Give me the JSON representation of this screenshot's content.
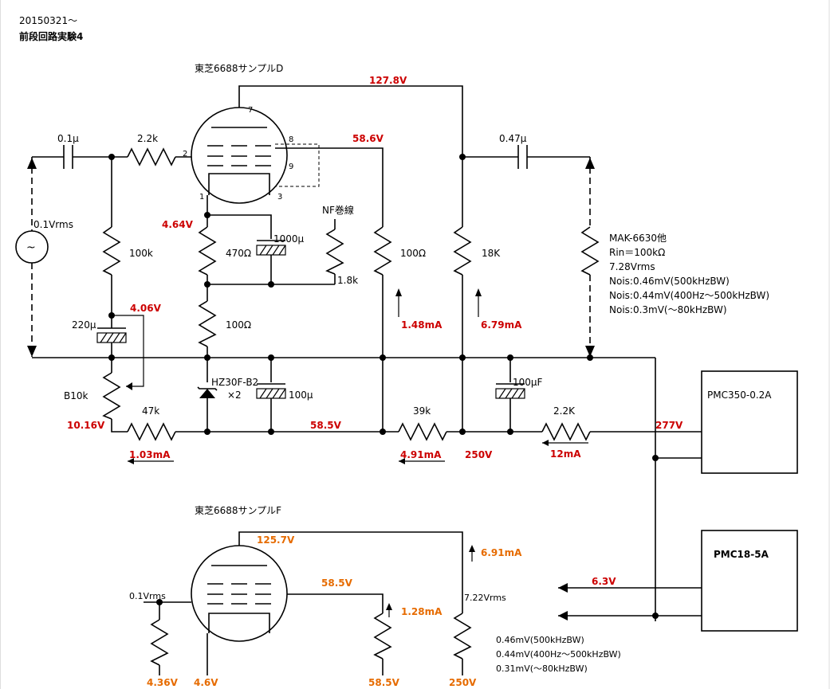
{
  "header": {
    "date": "20150321～",
    "title": "前段回路実験4"
  },
  "tube_top": {
    "name": "東芝6688サンプルD"
  },
  "tube_bottom": {
    "name": "東芝6688サンプルF"
  },
  "pins": {
    "p7": "7",
    "p8": "8",
    "p9": "9",
    "p2": "2",
    "p1": "1",
    "p3": "3"
  },
  "components": {
    "c_in": "0.1μ",
    "r_grid": "2.2k",
    "c_out": "0.47μ",
    "r_100k": "100k",
    "r_470": "470Ω",
    "c_1000": "1000μ",
    "nf_label": "NF巻線",
    "r_nf": "1.8k",
    "r_100_plate": "100Ω",
    "r_18k": "18K",
    "r_100_cath": "100Ω",
    "c_220": "220μ",
    "vr_b10k": "B10k",
    "r_47k": "47k",
    "zener": "HZ30F-B2",
    "zener_qty": "×2",
    "c_100u": "100μ",
    "r_39k": "39k",
    "c_100uF": "100μF",
    "r_2_2K": "2.2K",
    "source": "0.1Vrms"
  },
  "voltages_red": {
    "v_127_8": "127.8V",
    "v_58_6": "58.6V",
    "v_4_64": "4.64V",
    "v_4_06": "4.06V",
    "i_1_48": "1.48mA",
    "i_6_79": "6.79mA",
    "v_10_16": "10.16V",
    "i_1_03": "1.03mA",
    "v_58_5": "58.5V",
    "i_4_91": "4.91mA",
    "v_250": "250V",
    "i_12": "12mA",
    "v_277": "277V",
    "v_6_3": "6.3V"
  },
  "load_notes": [
    "MAK-6630他",
    "Rin＝100kΩ",
    "7.28Vrms",
    "Nois:0.46mV(500kHzBW)",
    "Nois:0.44mV(400Hz～500kHzBW)",
    "Nois:0.3mV(～80kHzBW)"
  ],
  "psu": {
    "psu1": "PMC350-0.2A",
    "psu2": "PMC18-5A"
  },
  "bottom": {
    "v_125_7": "125.7V",
    "i_6_91": "6.91mA",
    "v_58_5": "58.5V",
    "i_1_28": "1.28mA",
    "vrms_in": "0.1Vrms",
    "vrms_out": "7.22Vrms",
    "v_4_36": "4.36V",
    "v_4_6": "4.6V",
    "v_58_5b": "58.5V",
    "v_250": "250V",
    "notes": [
      "0.46mV(500kHzBW)",
      "0.44mV(400Hz～500kHzBW)",
      "0.31mV(～80kHzBW)"
    ]
  }
}
